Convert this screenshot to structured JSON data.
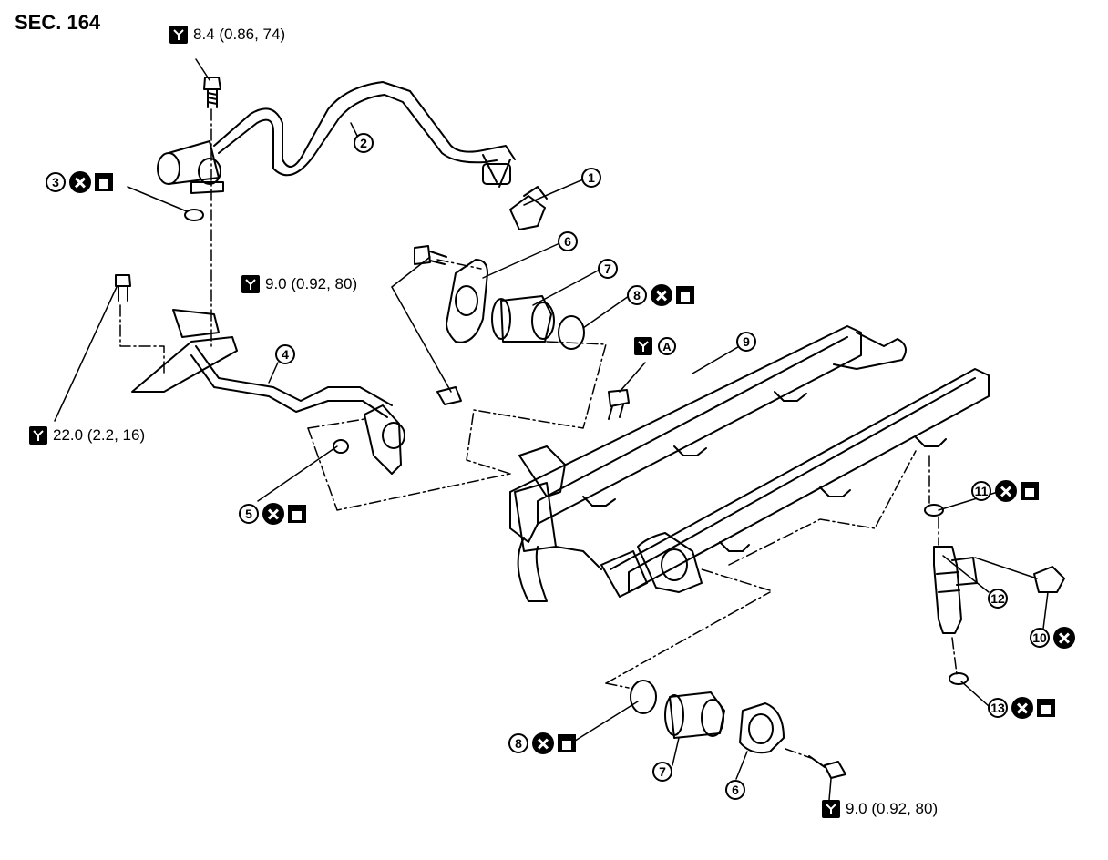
{
  "section_title": "SEC. 164",
  "torques": {
    "t1": "8.4 (0.86, 74)",
    "t2": "9.0 (0.92, 80)",
    "t3": "22.0 (2.2, 16)",
    "t4": "9.0 (0.92, 80)"
  },
  "ref_letter": "A",
  "parts": {
    "p1": "1",
    "p2": "2",
    "p3": "3",
    "p4": "4",
    "p5": "5",
    "p6a": "6",
    "p6b": "6",
    "p7a": "7",
    "p7b": "7",
    "p8a": "8",
    "p8b": "8",
    "p9": "9",
    "p10": "10",
    "p11": "11",
    "p12": "12",
    "p13": "13"
  },
  "icons": [
    "torque-wrench-icon",
    "do-not-reuse-icon",
    "apply-oil-icon"
  ]
}
